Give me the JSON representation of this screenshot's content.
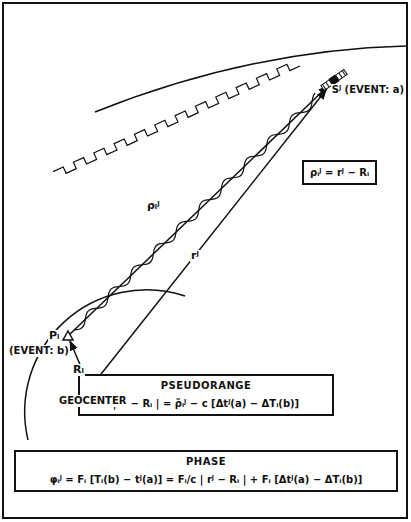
{
  "diagram": {
    "nodes": [
      {
        "text": [
          "ρᵢʲ = rʲ − Rᵢ"
        ]
      },
      {
        "text": [
          "PSEUDORANGE",
          "| rʲ − Rᵢ | = ρ̃ᵢʲ − c [Δtʲ(a) − ΔTᵢ(b)]"
        ]
      },
      {
        "text": [
          "PHASE",
          "φᵢʲ = Fᵢ [Tᵢ(b) − tʲ(a)] = Fᵢ/c | rʲ − Rᵢ | + Fᵢ [Δtʲ(a) − ΔTᵢ(b)]"
        ]
      }
    ],
    "labels": [
      "Sʲ (EVENT: a)",
      "ρᵢʲ",
      "rʲ",
      "Pᵢ",
      "Rᵢ",
      "(EVENT: b)",
      "GEOCENTER"
    ]
  }
}
